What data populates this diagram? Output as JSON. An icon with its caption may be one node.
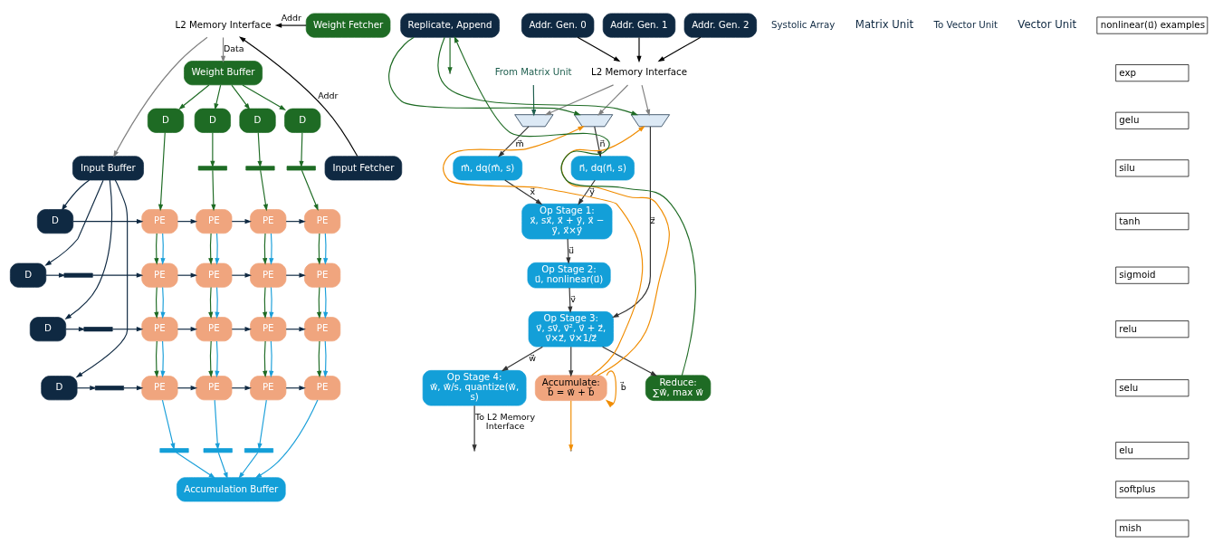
{
  "diagram": {
    "nodes": [
      {
        "text": [
          "L2 Memory Interface"
        ]
      },
      {
        "text": [
          "Weight Fetcher"
        ]
      },
      {
        "text": [
          "Weight Buffer"
        ]
      },
      {
        "text": [
          "D"
        ]
      },
      {
        "text": [
          "D"
        ]
      },
      {
        "text": [
          "D"
        ]
      },
      {
        "text": [
          "D"
        ]
      },
      {
        "text": [],
        "shape": "bar"
      },
      {
        "text": [],
        "shape": "bar"
      },
      {
        "text": [],
        "shape": "bar"
      },
      {
        "text": [
          "Input Fetcher"
        ]
      },
      {
        "text": [
          "Input Buffer"
        ]
      },
      {
        "text": [
          "D"
        ]
      },
      {
        "text": [
          "D"
        ]
      },
      {
        "text": [
          "D"
        ]
      },
      {
        "text": [
          "D"
        ]
      },
      {
        "text": [],
        "shape": "bar"
      },
      {
        "text": [],
        "shape": "bar"
      },
      {
        "text": [],
        "shape": "bar"
      },
      {
        "text": [
          "PE"
        ]
      },
      {
        "text": [
          "PE"
        ]
      },
      {
        "text": [
          "PE"
        ]
      },
      {
        "text": [
          "PE"
        ]
      },
      {
        "text": [
          "PE"
        ]
      },
      {
        "text": [
          "PE"
        ]
      },
      {
        "text": [
          "PE"
        ]
      },
      {
        "text": [
          "PE"
        ]
      },
      {
        "text": [
          "PE"
        ]
      },
      {
        "text": [
          "PE"
        ]
      },
      {
        "text": [
          "PE"
        ]
      },
      {
        "text": [
          "PE"
        ]
      },
      {
        "text": [
          "PE"
        ]
      },
      {
        "text": [
          "PE"
        ]
      },
      {
        "text": [
          "PE"
        ]
      },
      {
        "text": [
          "PE"
        ]
      },
      {
        "text": [],
        "shape": "bar"
      },
      {
        "text": [],
        "shape": "bar"
      },
      {
        "text": [],
        "shape": "bar"
      },
      {
        "text": [
          "Accumulation Buffer"
        ]
      },
      {
        "text": [
          "L2 Memory Interface"
        ]
      },
      {
        "text": [
          "Addr. Gen. 0"
        ]
      },
      {
        "text": [
          "Addr. Gen. 1"
        ]
      },
      {
        "text": [
          "Addr. Gen. 2"
        ]
      },
      {
        "text": [
          "From Matrix Unit"
        ]
      },
      {
        "text": [],
        "shape": "trapezoid"
      },
      {
        "text": [],
        "shape": "trapezoid"
      },
      {
        "text": [],
        "shape": "trapezoid"
      },
      {
        "text": [
          "m⃗, dq(m⃗, s)"
        ]
      },
      {
        "text": [
          "n⃗, dq(n⃗, s)"
        ]
      },
      {
        "text": [
          "Op Stage 1:",
          "x⃗, sx⃗, x⃗ + y⃗, x⃗ − y⃗, x⃗×y⃗"
        ]
      },
      {
        "text": [
          "Op Stage 2:",
          "u⃗, nonlinear(u⃗)"
        ]
      },
      {
        "text": [
          "Op Stage 3:",
          "v⃗, sv⃗, v⃗², v⃗ + z⃗, v⃗×z⃗, v⃗×1/z⃗"
        ]
      },
      {
        "text": [
          "Op Stage 4:",
          "w⃗, w⃗/s, quantize(w⃗, s)"
        ]
      },
      {
        "text": [
          "Accumulate:",
          "b⃗ = w⃗ + b⃗"
        ]
      },
      {
        "text": [
          "Replicate, Append"
        ]
      },
      {
        "text": [
          "Reduce:",
          "∑w⃗, max w⃗"
        ]
      }
    ],
    "edges": [
      {
        "from": 1,
        "to": 0,
        "arrow": "to",
        "label": "Addr",
        "color": "#000000"
      },
      {
        "from": 10,
        "to": 0,
        "arrow": "to",
        "label": "Addr",
        "color": "#000000"
      },
      {
        "from": 0,
        "to": 11,
        "arrow": "to",
        "color": "#808080"
      },
      {
        "from": 0,
        "to": 2,
        "arrow": "to",
        "label": "Data",
        "color": "#808080"
      },
      {
        "from": 2,
        "to": 3,
        "arrow": "to"
      },
      {
        "from": 2,
        "to": 4,
        "arrow": "to"
      },
      {
        "from": 2,
        "to": 5,
        "arrow": "to"
      },
      {
        "from": 2,
        "to": 6,
        "arrow": "to"
      },
      {
        "from": 3,
        "to": 19,
        "arrow": "to"
      },
      {
        "from": 4,
        "to": 7,
        "arrow": "to"
      },
      {
        "from": 7,
        "to": 20,
        "arrow": "to"
      },
      {
        "from": 5,
        "to": 8,
        "arrow": "to"
      },
      {
        "from": 8,
        "to": 21,
        "arrow": "to"
      },
      {
        "from": 6,
        "to": 9,
        "arrow": "to"
      },
      {
        "from": 9,
        "to": 22,
        "arrow": "to"
      },
      {
        "from": 11,
        "to": 12,
        "arrow": "to",
        "color": "#0f2942"
      },
      {
        "from": 11,
        "to": 13,
        "arrow": "to",
        "color": "#0f2942"
      },
      {
        "from": 11,
        "to": 14,
        "arrow": "to",
        "color": "#0f2942"
      },
      {
        "from": 11,
        "to": 15,
        "arrow": "to",
        "color": "#0f2942"
      },
      {
        "from": 12,
        "to": 19,
        "arrow": "to",
        "color": "#0f2942"
      },
      {
        "from": 13,
        "to": 16,
        "arrow": "to",
        "color": "#0f2942"
      },
      {
        "from": 16,
        "to": 23,
        "arrow": "to",
        "color": "#0f2942"
      },
      {
        "from": 14,
        "to": 17,
        "arrow": "to",
        "color": "#0f2942"
      },
      {
        "from": 17,
        "to": 24,
        "arrow": "to",
        "color": "#0f2942"
      },
      {
        "from": 15,
        "to": 18,
        "arrow": "to",
        "color": "#0f2942"
      },
      {
        "from": 18,
        "to": 25,
        "arrow": "to",
        "color": "#0f2942"
      },
      {
        "from": 19,
        "to": 20,
        "arrow": "to",
        "color": "#0f2942"
      },
      {
        "from": 20,
        "to": 21,
        "arrow": "to",
        "color": "#0f2942"
      },
      {
        "from": 21,
        "to": 22,
        "arrow": "to",
        "color": "#0f2942"
      },
      {
        "from": 23,
        "to": 26,
        "arrow": "to",
        "color": "#0f2942"
      },
      {
        "from": 26,
        "to": 27,
        "arrow": "to",
        "color": "#0f2942"
      },
      {
        "from": 27,
        "to": 28,
        "arrow": "to",
        "color": "#0f2942"
      },
      {
        "from": 24,
        "to": 29,
        "arrow": "to",
        "color": "#0f2942"
      },
      {
        "from": 29,
        "to": 31,
        "arrow": "to",
        "color": "#0f2942"
      },
      {
        "from": 31,
        "to": 32,
        "arrow": "to",
        "color": "#0f2942"
      },
      {
        "from": 25,
        "to": 30,
        "arrow": "to",
        "color": "#0f2942"
      },
      {
        "from": 30,
        "to": 33,
        "arrow": "to",
        "color": "#0f2942"
      },
      {
        "from": 33,
        "to": 34,
        "arrow": "to",
        "color": "#0f2942"
      },
      {
        "from": 19,
        "to": 23,
        "arrow": "to"
      },
      {
        "from": 19,
        "to": 23,
        "arrow": "to",
        "color": "#1a9fd9"
      },
      {
        "from": 20,
        "to": 26,
        "arrow": "to"
      },
      {
        "from": 20,
        "to": 26,
        "arrow": "to",
        "color": "#1a9fd9"
      },
      {
        "from": 21,
        "to": 27,
        "arrow": "to"
      },
      {
        "from": 21,
        "to": 27,
        "arrow": "to",
        "color": "#1a9fd9"
      },
      {
        "from": 22,
        "to": 28,
        "arrow": "to"
      },
      {
        "from": 22,
        "to": 28,
        "arrow": "to",
        "color": "#1a9fd9"
      },
      {
        "from": 23,
        "to": 24,
        "arrow": "to"
      },
      {
        "from": 23,
        "to": 24,
        "arrow": "to",
        "color": "#1a9fd9"
      },
      {
        "from": 26,
        "to": 29,
        "arrow": "to"
      },
      {
        "from": 26,
        "to": 29,
        "arrow": "to",
        "color": "#1a9fd9"
      },
      {
        "from": 27,
        "to": 31,
        "arrow": "to"
      },
      {
        "from": 27,
        "to": 31,
        "arrow": "to",
        "color": "#1a9fd9"
      },
      {
        "from": 28,
        "to": 32,
        "arrow": "to"
      },
      {
        "from": 28,
        "to": 32,
        "arrow": "to",
        "color": "#1a9fd9"
      },
      {
        "from": 24,
        "to": 25,
        "arrow": "to"
      },
      {
        "from": 24,
        "to": 25,
        "arrow": "to",
        "color": "#1a9fd9"
      },
      {
        "from": 29,
        "to": 30,
        "arrow": "to"
      },
      {
        "from": 29,
        "to": 30,
        "arrow": "to",
        "color": "#1a9fd9"
      },
      {
        "from": 31,
        "to": 33,
        "arrow": "to"
      },
      {
        "from": 31,
        "to": 33,
        "arrow": "to",
        "color": "#1a9fd9"
      },
      {
        "from": 32,
        "to": 34,
        "arrow": "to"
      },
      {
        "from": 32,
        "to": 34,
        "arrow": "to",
        "color": "#1a9fd9"
      },
      {
        "from": 25,
        "to": 35,
        "arrow": "to",
        "color": "#1a9fd9"
      },
      {
        "from": 35,
        "to": 38,
        "arrow": "to",
        "color": "#1a9fd9"
      },
      {
        "from": 30,
        "to": 36,
        "arrow": "to",
        "color": "#1a9fd9"
      },
      {
        "from": 36,
        "to": 38,
        "arrow": "to",
        "color": "#1a9fd9"
      },
      {
        "from": 33,
        "to": 37,
        "arrow": "to",
        "color": "#1a9fd9"
      },
      {
        "from": 37,
        "to": 38,
        "arrow": "to",
        "color": "#1a9fd9"
      },
      {
        "from": 34,
        "to": 38,
        "arrow": "to",
        "color": "#1a9fd9"
      },
      {
        "from": 40,
        "to": 39,
        "arrow": "to",
        "color": "#000000"
      },
      {
        "from": 41,
        "to": 39,
        "arrow": "to",
        "color": "#000000"
      },
      {
        "from": 42,
        "to": 39,
        "arrow": "to",
        "color": "#000000"
      },
      {
        "from": 39,
        "to": 44,
        "arrow": "to",
        "color": "#808080"
      },
      {
        "from": 39,
        "to": 45,
        "arrow": "to",
        "color": "#808080"
      },
      {
        "from": 39,
        "to": 46,
        "arrow": "to",
        "color": "#808080"
      },
      {
        "from": 43,
        "to": 44,
        "arrow": "to",
        "color": "#1e5e4e"
      },
      {
        "from": 44,
        "to": 47,
        "arrow": "to",
        "label": "m⃗",
        "color": "#333333"
      },
      {
        "from": 45,
        "to": 48,
        "arrow": "to",
        "label": "n⃗",
        "color": "#333333"
      },
      {
        "from": 47,
        "to": 49,
        "arrow": "to",
        "label": "x⃗",
        "color": "#333333"
      },
      {
        "from": 48,
        "to": 49,
        "arrow": "to",
        "label": "y⃗",
        "color": "#333333"
      },
      {
        "from": 49,
        "to": 50,
        "arrow": "to",
        "label": "u⃗",
        "color": "#333333"
      },
      {
        "from": 50,
        "to": 51,
        "arrow": "to",
        "label": "v⃗",
        "color": "#333333"
      },
      {
        "from": 46,
        "to": 51,
        "arrow": "to",
        "label": "z⃗",
        "color": "#333333"
      },
      {
        "from": 51,
        "to": 52,
        "arrow": "to",
        "label": "w⃗",
        "color": "#333333"
      },
      {
        "from": 51,
        "to": 53,
        "arrow": "to",
        "color": "#333333"
      },
      {
        "from": 51,
        "to": 55,
        "arrow": "to",
        "color": "#333333"
      },
      {
        "from": 55,
        "to": 54,
        "arrow": "to"
      },
      {
        "from": 54,
        "to": 45,
        "arrow": "to"
      },
      {
        "from": 54,
        "to": 46,
        "arrow": "to"
      },
      {
        "from": 53,
        "to": 45,
        "arrow": "to",
        "color": "#f08c00"
      },
      {
        "from": 53,
        "to": 46,
        "arrow": "to",
        "color": "#f08c00"
      },
      {
        "from": 53,
        "to": 53,
        "arrow": "to",
        "label": "b⃗",
        "color": "#f08c00"
      },
      {
        "from": 52,
        "to": null,
        "arrow": "to",
        "label": "To L2 Memory Interface",
        "color": "#333333"
      },
      {
        "from": 53,
        "to": null,
        "arrow": "to",
        "color": "#f08c00"
      },
      {
        "from": 54,
        "to": null,
        "arrow": "to"
      }
    ],
    "labels": [
      "Systolic Array",
      "Matrix Unit",
      "To Vector Unit",
      "Vector Unit",
      "nonlinear(u⃗) examples",
      "exp",
      "gelu",
      "silu",
      "tanh",
      "sigmoid",
      "relu",
      "selu",
      "elu",
      "softplus",
      "mish"
    ]
  }
}
